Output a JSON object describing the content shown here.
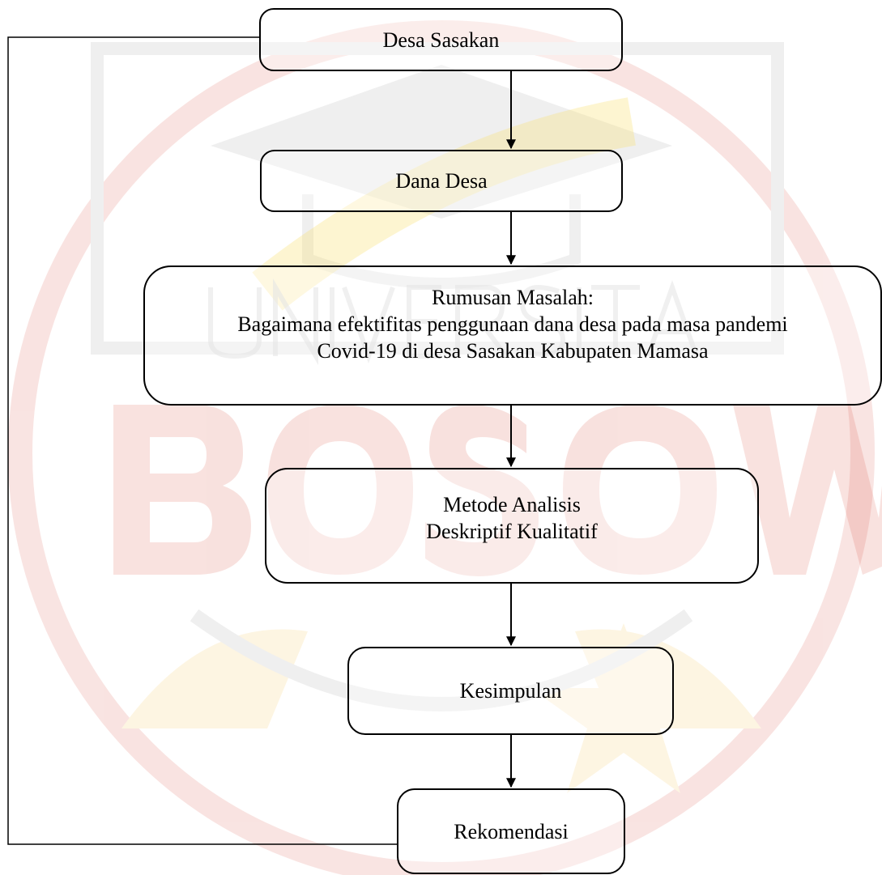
{
  "diagram": {
    "type": "flowchart",
    "nodes": [
      {
        "id": "desa",
        "lines": [
          "Desa Sasakan"
        ]
      },
      {
        "id": "dana",
        "lines": [
          "Dana Desa"
        ]
      },
      {
        "id": "rumusan",
        "lines": [
          "Rumusan Masalah:",
          "Bagaimana efektifitas penggunaan dana desa pada masa pandemi",
          "Covid-19 di desa Sasakan Kabupaten Mamasa"
        ]
      },
      {
        "id": "metode",
        "lines": [
          "Metode Analisis",
          "Deskriptif Kualitatif"
        ]
      },
      {
        "id": "kesimpulan",
        "lines": [
          "Kesimpulan"
        ]
      },
      {
        "id": "rekomendasi",
        "lines": [
          "Rekomendasi"
        ]
      }
    ],
    "edges": [
      {
        "from": "desa",
        "to": "dana",
        "arrow": true
      },
      {
        "from": "dana",
        "to": "rumusan",
        "arrow": true
      },
      {
        "from": "rumusan",
        "to": "metode",
        "arrow": true
      },
      {
        "from": "metode",
        "to": "kesimpulan",
        "arrow": true
      },
      {
        "from": "kesimpulan",
        "to": "rekomendasi",
        "arrow": true
      },
      {
        "from": "rekomendasi",
        "to": "desa",
        "arrow": false,
        "route": "left-side feedback line"
      }
    ]
  },
  "watermark": {
    "text": "UNIVERSITAS BOSOWA",
    "colors": {
      "red": "#d4321e",
      "gold": "#f0b428",
      "yellow": "#f8e27a"
    }
  }
}
